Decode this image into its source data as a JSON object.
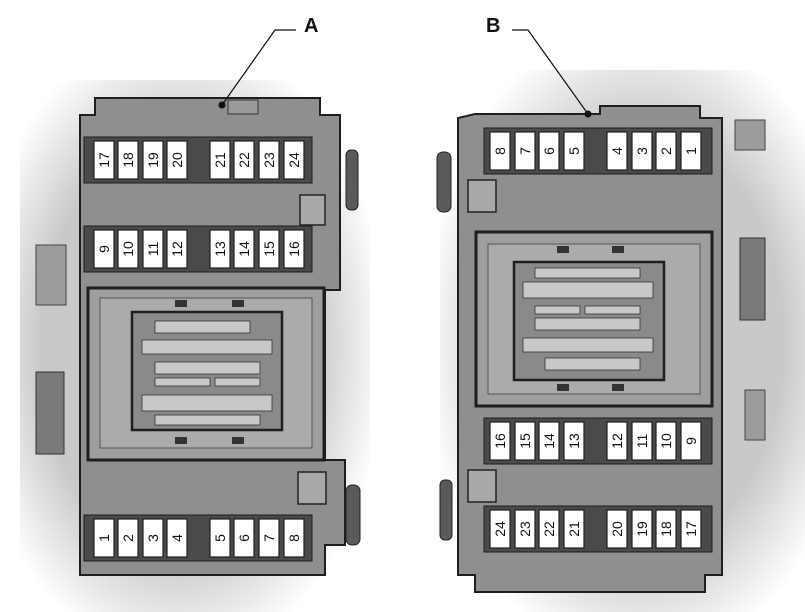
{
  "callouts": {
    "a": "A",
    "b": "B"
  },
  "colors": {
    "housing": "#8f8f8f",
    "housing_light": "#9e9e9e",
    "slot": "#4a4a4a",
    "fuse": "#ffffff",
    "outline": "#1e1e1e"
  },
  "fuse_blocks": {
    "A": {
      "top_row": [
        "17",
        "18",
        "19",
        "20",
        "21",
        "22",
        "23",
        "24"
      ],
      "middle_row": [
        "9",
        "10",
        "11",
        "12",
        "13",
        "14",
        "15",
        "16"
      ],
      "bottom_row": [
        "1",
        "2",
        "3",
        "4",
        "5",
        "6",
        "7",
        "8"
      ]
    },
    "B": {
      "top_row": [
        "8",
        "7",
        "6",
        "5",
        "4",
        "3",
        "2",
        "1"
      ],
      "middle_row": [
        "16",
        "15",
        "14",
        "13",
        "12",
        "11",
        "10",
        "9"
      ],
      "bottom_row": [
        "24",
        "23",
        "22",
        "21",
        "20",
        "19",
        "18",
        "17"
      ]
    }
  }
}
